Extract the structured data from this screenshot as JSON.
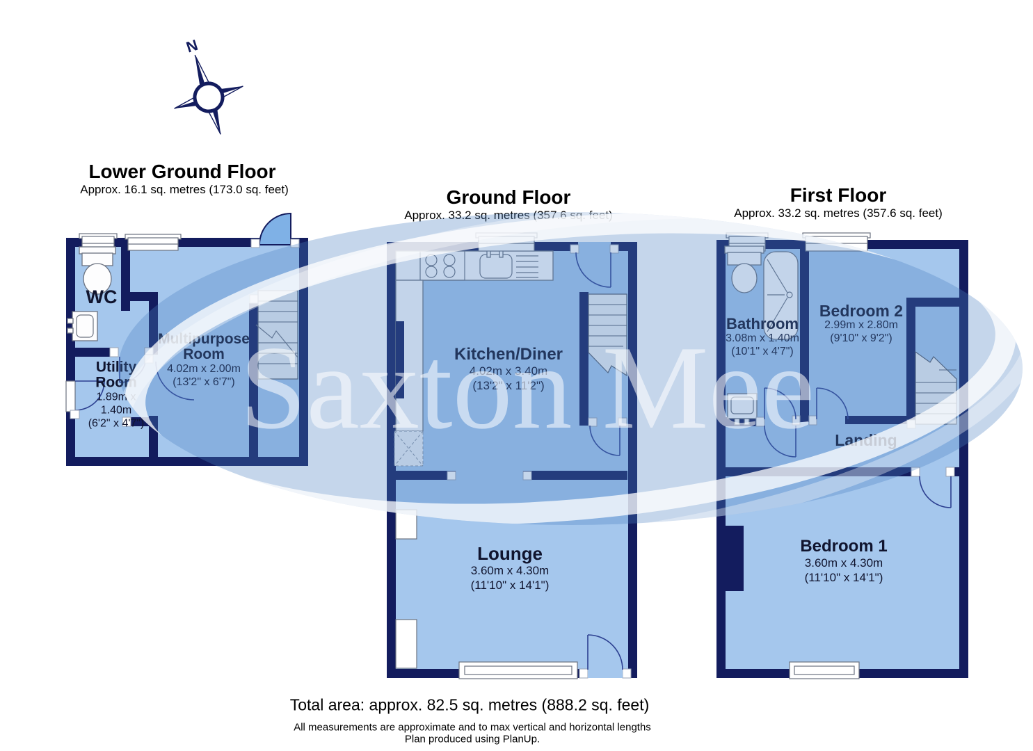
{
  "compass": {
    "north_label": "N"
  },
  "watermark": {
    "brand": "Saxton Mee"
  },
  "floors": {
    "lower_ground": {
      "title": "Lower Ground Floor",
      "area": "Approx. 16.1 sq. metres (173.0 sq. feet)",
      "rooms": {
        "wc": {
          "name": "WC"
        },
        "utility": {
          "name": "Utility Room",
          "metric": "1.89m x 1.40m",
          "imperial": "(6'2\" x 4'7\")"
        },
        "multipurpose": {
          "name": "Multipurpose Room",
          "metric": "4.02m x 2.00m",
          "imperial": "(13'2\" x 6'7\")"
        }
      }
    },
    "ground": {
      "title": "Ground Floor",
      "area": "Approx. 33.2 sq. metres (357.6 sq. feet)",
      "rooms": {
        "kitchen_diner": {
          "name": "Kitchen/Diner",
          "metric": "4.02m x 3.40m",
          "imperial": "(13'2\" x 11'2\")"
        },
        "lounge": {
          "name": "Lounge",
          "metric": "3.60m x 4.30m",
          "imperial": "(11'10\" x 14'1\")"
        }
      }
    },
    "first": {
      "title": "First Floor",
      "area": "Approx. 33.2 sq. metres (357.6 sq. feet)",
      "rooms": {
        "bathroom": {
          "name": "Bathroom",
          "metric": "3.08m x 1.40m",
          "imperial": "(10'1\" x 4'7\")"
        },
        "bedroom2": {
          "name": "Bedroom 2",
          "metric": "2.99m x 2.80m",
          "imperial": "(9'10\" x 9'2\")"
        },
        "landing": {
          "name": "Landing"
        },
        "bedroom1": {
          "name": "Bedroom 1",
          "metric": "3.60m x 4.30m",
          "imperial": "(11'10\" x 14'1\")"
        }
      }
    }
  },
  "footer": {
    "total_area": "Total area: approx. 82.5 sq. metres (888.2 sq. feet)",
    "disclaimer": "All measurements are approximate and to max vertical and horizontal lengths",
    "producer": "Plan produced using PlanUp."
  },
  "colors": {
    "wall_navy": "#131c5e",
    "room_blue": "#a5c7ed",
    "door_blue": "#7fb1e6",
    "watermark_blue": "#4a7fc0"
  }
}
